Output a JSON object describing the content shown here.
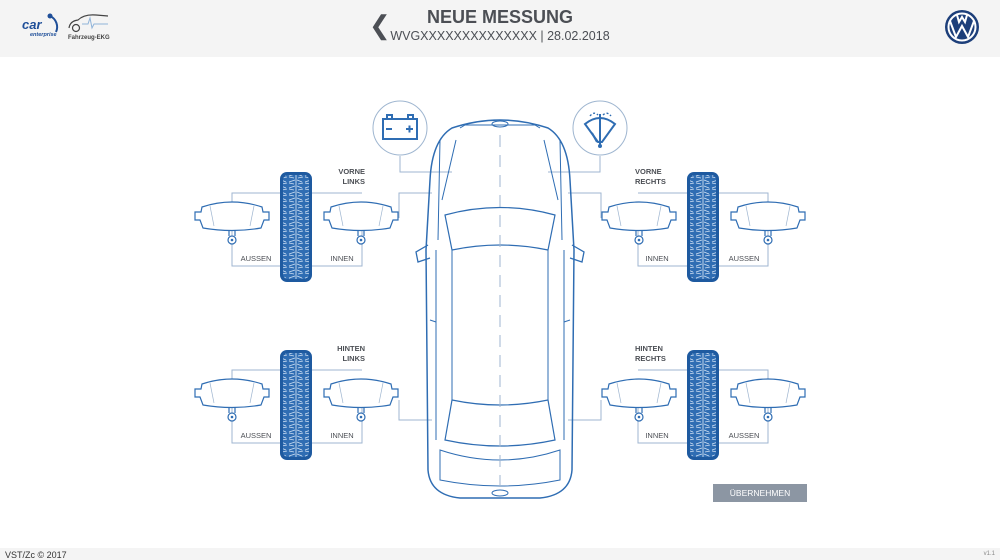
{
  "header": {
    "logo_text": "car enterprise",
    "logo2_text": "Fahrzeug-EKG",
    "title": "NEUE MESSUNG",
    "subtitle": "WVGXXXXXXXXXXXXXX | 28.02.2018",
    "back_icon": "chevron-left-icon",
    "brand_logo": "VW"
  },
  "wheels": {
    "front_left": {
      "line1": "VORNE",
      "line2": "LINKS",
      "outer": "AUSSEN",
      "inner": "INNEN"
    },
    "front_right": {
      "line1": "VORNE",
      "line2": "RECHTS",
      "outer": "AUSSEN",
      "inner": "INNEN"
    },
    "rear_left": {
      "line1": "HINTEN",
      "line2": "LINKS",
      "outer": "AUSSEN",
      "inner": "INNEN"
    },
    "rear_right": {
      "line1": "HINTEN",
      "line2": "RECHTS",
      "outer": "AUSSEN",
      "inner": "INNEN"
    }
  },
  "icons": {
    "battery": "battery-icon",
    "wiper": "wiper-icon"
  },
  "actions": {
    "apply_label": "ÜBERNEHMEN"
  },
  "footer": {
    "copyright": "VST/Zc © 2017",
    "version": "v1.1"
  },
  "colors": {
    "accent": "#2f6db3",
    "line": "#9fb6d0",
    "text": "#4c4f55",
    "button": "#8c96a3"
  }
}
